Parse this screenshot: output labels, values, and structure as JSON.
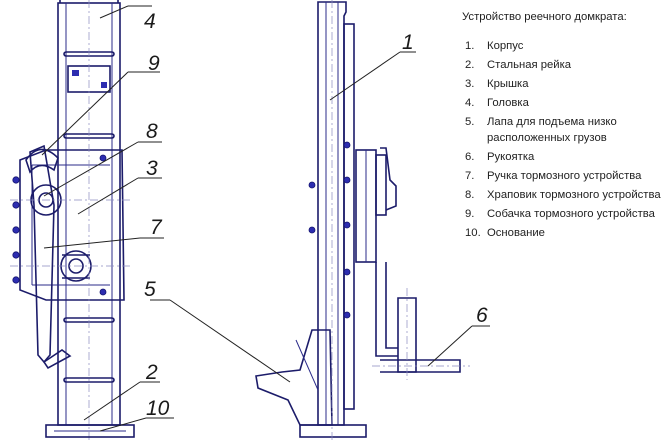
{
  "legend": {
    "title": "Устройство реечного домкрата:",
    "items": [
      {
        "num": "1.",
        "text": "Корпус"
      },
      {
        "num": "2.",
        "text": "Стальная рейка"
      },
      {
        "num": "3.",
        "text": "Крышка"
      },
      {
        "num": "4.",
        "text": "Головка"
      },
      {
        "num": "5.",
        "text": "Лапа для подъема низко расположенных грузов"
      },
      {
        "num": "6.",
        "text": "Рукоятка"
      },
      {
        "num": "7.",
        "text": "Ручка тормозного устройства"
      },
      {
        "num": "8.",
        "text": "Храповик тормозного устройства"
      },
      {
        "num": "9.",
        "text": "Собачка тормозного устройства"
      },
      {
        "num": "10.",
        "text": "Основание"
      }
    ]
  },
  "callouts": {
    "c1": "1",
    "c2": "2",
    "c3": "3",
    "c4": "4",
    "c5": "5",
    "c6": "6",
    "c7": "7",
    "c8": "8",
    "c9": "9",
    "c10": "10"
  },
  "colors": {
    "line": "#1c1c6a",
    "bolt": "#2d2db0"
  }
}
